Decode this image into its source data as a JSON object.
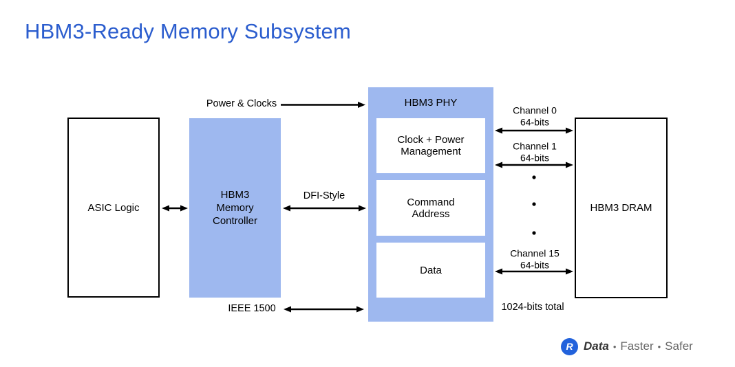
{
  "title": "HBM3-Ready Memory Subsystem",
  "colors": {
    "title_blue": "#2B5DCE",
    "block_blue": "#9EB8EF",
    "logo_blue": "#2262DC",
    "line_color": "#000000"
  },
  "blocks": {
    "asic": {
      "label": "ASIC Logic"
    },
    "controller": {
      "label": "HBM3\nMemory\nController"
    },
    "phy": {
      "title": "HBM3 PHY",
      "sub_blocks": [
        {
          "label": "Clock + Power\nManagement"
        },
        {
          "label": "Command\nAddress"
        },
        {
          "label": "Data"
        }
      ]
    },
    "dram": {
      "label": "HBM3 DRAM"
    }
  },
  "connections": {
    "power_clocks": {
      "label": "Power & Clocks"
    },
    "dfi": {
      "label": "DFI-Style"
    },
    "ieee1500": {
      "label": "IEEE 1500"
    },
    "channels": [
      {
        "name": "Channel 0",
        "width": "64-bits"
      },
      {
        "name": "Channel 1",
        "width": "64-bits"
      },
      {
        "name": "Channel 15",
        "width": "64-bits"
      }
    ],
    "ellipsis_dot_count": 3,
    "total": {
      "label": "1024-bits total"
    }
  },
  "footer": {
    "logo_letter": "R",
    "brand": "Data",
    "separator": "•",
    "words": [
      "Faster",
      "Safer"
    ]
  }
}
